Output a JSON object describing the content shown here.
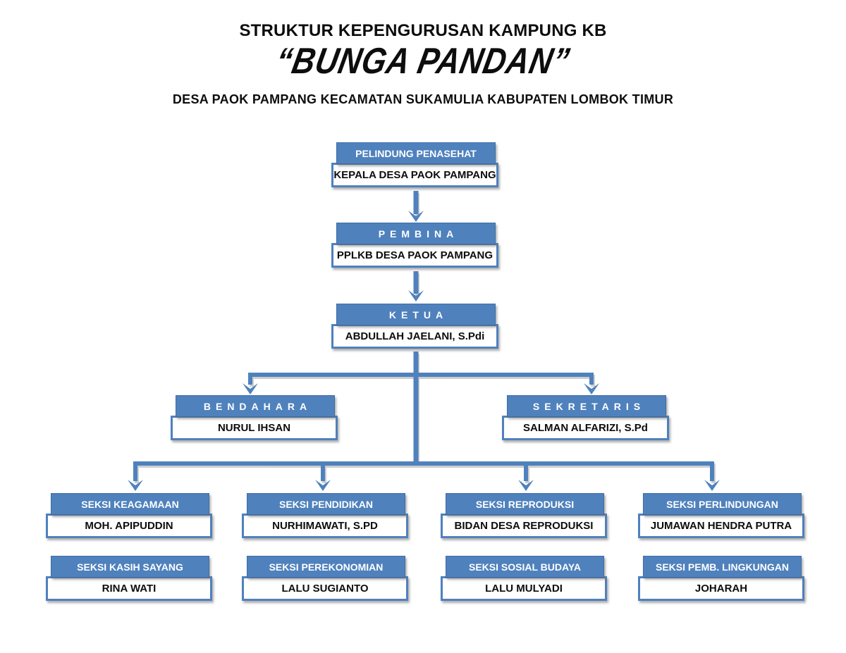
{
  "title": {
    "line1": "STRUKTUR KEPENGURUSAN KAMPUNG KB",
    "line2": "“BUNGA PANDAN”",
    "line3": "DESA PAOK PAMPANG KECAMATAN SUKAMULIA KABUPATEN LOMBOK TIMUR"
  },
  "colors": {
    "accent_blue": "#4f81bd",
    "border_blue": "#3f6da6",
    "box_text_white": "#ffffff",
    "text_black": "#0d0d0d",
    "shadow_gray": "#b3b3b3"
  },
  "units": [
    {
      "id": "pelindung-penasehat",
      "title": "PELINDUNG PENASEHAT",
      "name": "KEPALA DESA PAOK PAMPANG"
    },
    {
      "id": "pembina",
      "title": "PEMBINA",
      "name": "PPLKB DESA PAOK PAMPANG"
    },
    {
      "id": "ketua",
      "title": "KETUA",
      "name": "ABDULLAH JAELANI, S.Pdi"
    },
    {
      "id": "bendahara",
      "title": "BENDAHARA",
      "name": "NURUL IHSAN"
    },
    {
      "id": "sekretaris",
      "title": "SEKRETARIS",
      "name": "SALMAN ALFARIZI, S.Pd"
    },
    {
      "id": "seksi-keagamaan",
      "title": "SEKSI KEAGAMAAN",
      "name": "MOH. APIPUDDIN"
    },
    {
      "id": "seksi-pendidikan",
      "title": "SEKSI PENDIDIKAN",
      "name": "NURHIMAWATI, S.PD"
    },
    {
      "id": "seksi-reproduksi",
      "title": "SEKSI REPRODUKSI",
      "name": "BIDAN DESA REPRODUKSI"
    },
    {
      "id": "seksi-perlindungan",
      "title": "SEKSI PERLINDUNGAN",
      "name": "JUMAWAN HENDRA PUTRA"
    },
    {
      "id": "seksi-kasih-sayang",
      "title": "SEKSI KASIH SAYANG",
      "name": "RINA WATI"
    },
    {
      "id": "seksi-perekonomian",
      "title": "SEKSI PEREKONOMIAN",
      "name": "LALU SUGIANTO"
    },
    {
      "id": "seksi-sosial-budaya",
      "title": "SEKSI SOSIAL BUDAYA",
      "name": "LALU MULYADI"
    },
    {
      "id": "seksi-pemb-lingkungan",
      "title": "SEKSI PEMB. LINGKUNGAN",
      "name": "JOHARAH"
    }
  ],
  "hierarchy": [
    {
      "from": "pelindung-penasehat",
      "to": "pembina"
    },
    {
      "from": "pembina",
      "to": "ketua"
    },
    {
      "from": "ketua",
      "to": "bendahara"
    },
    {
      "from": "ketua",
      "to": "sekretaris"
    },
    {
      "from": "ketua",
      "to": "seksi-keagamaan"
    },
    {
      "from": "ketua",
      "to": "seksi-pendidikan"
    },
    {
      "from": "ketua",
      "to": "seksi-reproduksi"
    },
    {
      "from": "ketua",
      "to": "seksi-perlindungan"
    }
  ]
}
